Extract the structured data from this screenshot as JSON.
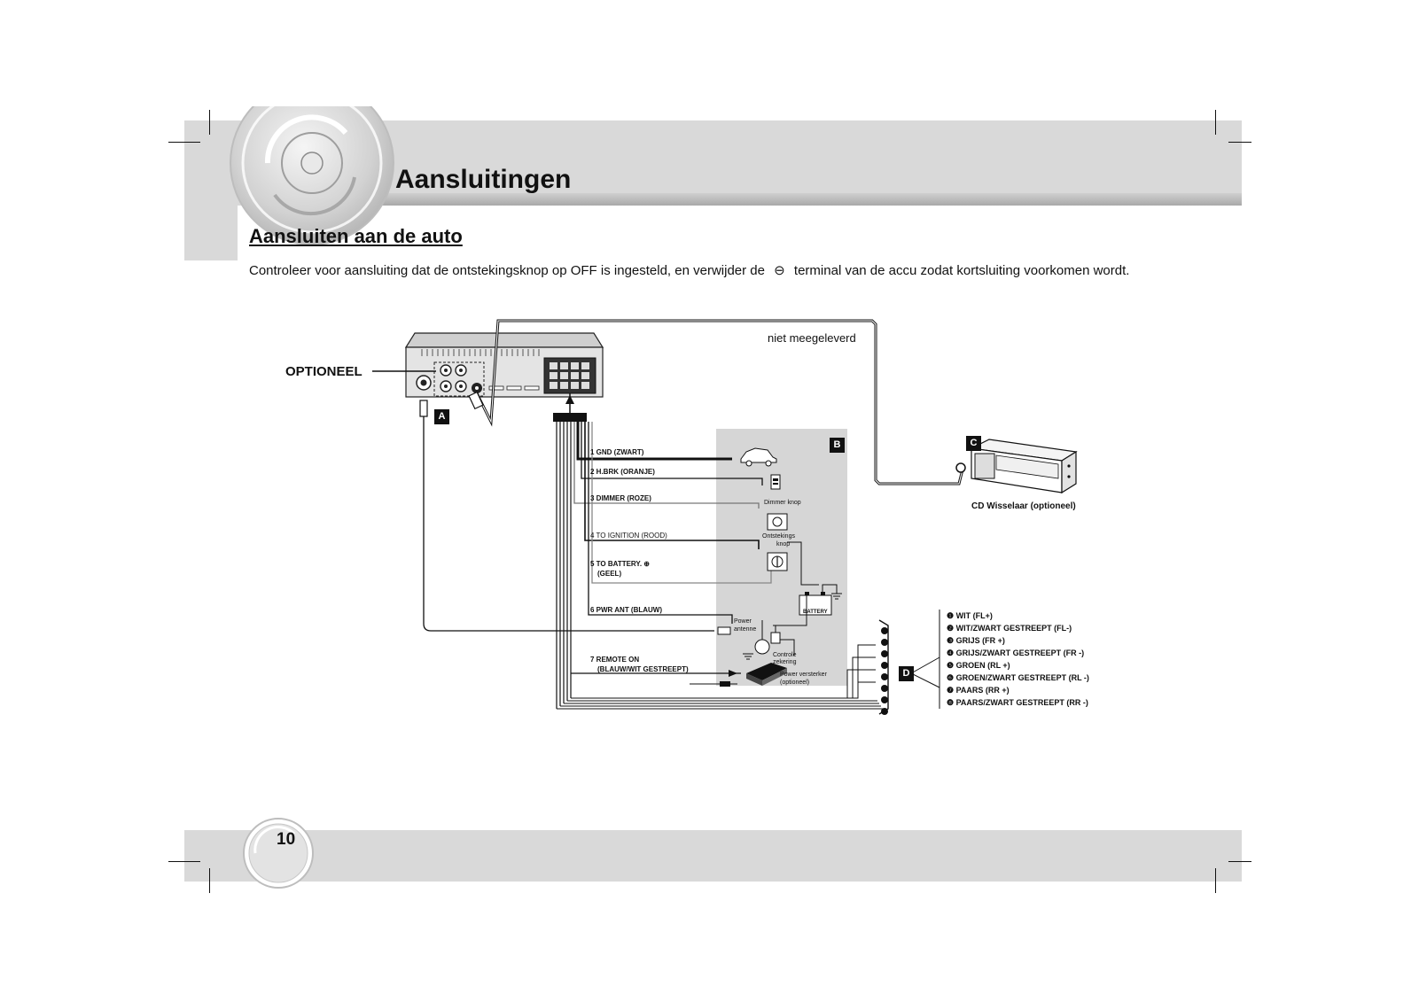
{
  "header": {
    "title": "Aansluitingen"
  },
  "section": {
    "title": "Aansluiten aan de auto",
    "intro_before": "Controleer voor aansluiting dat de ontstekingsknop op OFF is ingesteld, en verwijder de",
    "intro_symbol": "⊖",
    "intro_after": "terminal van de accu zodat kortsluiting voorkomen wordt."
  },
  "diagram": {
    "optional_label": "OPTIONEEL",
    "not_supplied_label": "niet meegeleverd",
    "box_letters": {
      "a": "A",
      "b": "B",
      "c": "C",
      "d": "D"
    },
    "wires": {
      "gnd": "1 GND (ZWART)",
      "hbrk": "2 H.BRK (ORANJE)",
      "dimmer": "3 DIMMER (ROZE)",
      "ignition": "4 TO IGNITION (ROOD)",
      "battery_line1": "5 TO BATTERY. ⊕",
      "battery_line2": "(GEEL)",
      "pwr_ant": "6 PWR ANT (BLAUW)",
      "remote_line1": "7 REMOTE ON",
      "remote_line2": "(BLAUW/WIT GESTREEPT)"
    },
    "components": {
      "dimmer_knob": "Dimmer knop",
      "ignition_line1": "Ontstekings",
      "ignition_line2": "knop",
      "battery": "BATTERY",
      "power_antenna_line1": "Power",
      "power_antenna_line2": "antenne",
      "fuse_line1": "Controle",
      "fuse_line2": "zekering",
      "amplifier_line1": "Power versterker",
      "amplifier_line2": "(optioneel)",
      "cd_changer": "CD Wisselaar (optioneel)"
    },
    "speaker_legend": [
      {
        "num": "❶",
        "label": "WIT (FL+)"
      },
      {
        "num": "❷",
        "label": "WIT/ZWART GESTREEPT (FL-)"
      },
      {
        "num": "❸",
        "label": "GRIJS (FR +)"
      },
      {
        "num": "❹",
        "label": "GRIJS/ZWART GESTREEPT (FR -)"
      },
      {
        "num": "❺",
        "label": "GROEN (RL +)"
      },
      {
        "num": "❻",
        "label": "GROEN/ZWART GESTREEPT (RL -)"
      },
      {
        "num": "❼",
        "label": "PAARS (RR +)"
      },
      {
        "num": "❽",
        "label": "PAARS/ZWART GESTREEPT (RR -)"
      }
    ]
  },
  "footer": {
    "page_number": "10"
  }
}
